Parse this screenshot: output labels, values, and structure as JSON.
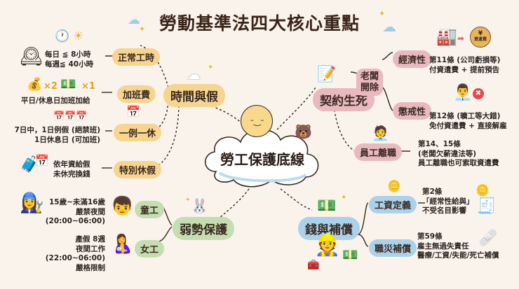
{
  "title": "勞動基準法四大核心重點",
  "center": {
    "label": "勞工保護底線"
  },
  "branches": {
    "time": {
      "label": "時間與假",
      "color": "#f6d58f",
      "items": [
        {
          "label": "正常工時",
          "details": [
            "每日 ≦ 8小時",
            "每週≦ 40小時"
          ]
        },
        {
          "label": "加班費",
          "multipliers": [
            "×2",
            "×1"
          ],
          "details": [
            "平日/休息日加班加給"
          ]
        },
        {
          "label": "一例一休",
          "details": [
            "7日中，1日例假 (絕禁班)",
            "1日休息日 (可加班)"
          ]
        },
        {
          "label": "特別休假",
          "details": [
            "依年資給假",
            "未休完換錢"
          ]
        }
      ]
    },
    "contract": {
      "label": "契約生死",
      "color": "#eab9bf",
      "sub": {
        "label_line1": "老闆",
        "label_line2": "開除"
      },
      "items": [
        {
          "label": "經濟性",
          "details": [
            "第11條 (公司虧損等)",
            "付資遣費 + 提前預告"
          ],
          "badge": "¥",
          "badge_text": "資遣費"
        },
        {
          "label": "懲戒性",
          "details": [
            "第12條 (曠工等大錯)",
            "免付資遣費 + 直接解雇"
          ]
        },
        {
          "label": "員工離職",
          "details": [
            "第14、15條",
            "(老闆欠薪違法等)",
            "員工離職也可索取資遣費"
          ]
        }
      ]
    },
    "vulnerable": {
      "label": "弱勢保護",
      "color": "#c5deb1",
      "items": [
        {
          "label": "童工",
          "details": [
            "15歲~未滿16歲",
            "嚴禁夜間",
            "(20:00~06:00)"
          ]
        },
        {
          "label": "女工",
          "details": [
            "產假 8週",
            "夜間工作",
            "(22:00~06:00)",
            "嚴格限制"
          ]
        }
      ]
    },
    "money": {
      "label": "錢與補償",
      "color": "#aad2ea",
      "items": [
        {
          "label": "工資定義",
          "details": [
            "第2條",
            "「經常性給與」",
            "不受名目影響"
          ]
        },
        {
          "label": "職災補償",
          "details": [
            "第59條",
            "雇主無過失責任",
            "醫療/工資/失能/死亡補償"
          ]
        }
      ]
    }
  },
  "icons": {
    "clock": "🕐",
    "sun": "☀",
    "money_bag": "💰",
    "cash": "💵",
    "calendar": "📅",
    "suitcase": "🧳",
    "memo": "📝",
    "factory": "🏭",
    "businessman": "👨‍💼",
    "cross": "✖",
    "worker": "👷",
    "coins": "🪙",
    "cloud": "☁",
    "sparkle": "✦",
    "bear": "🐻",
    "rabbit": "🐰",
    "child": "👦",
    "mother": "🤱",
    "mechanic": "👩‍🔧",
    "medkit": "🩹",
    "check": "🧾"
  }
}
